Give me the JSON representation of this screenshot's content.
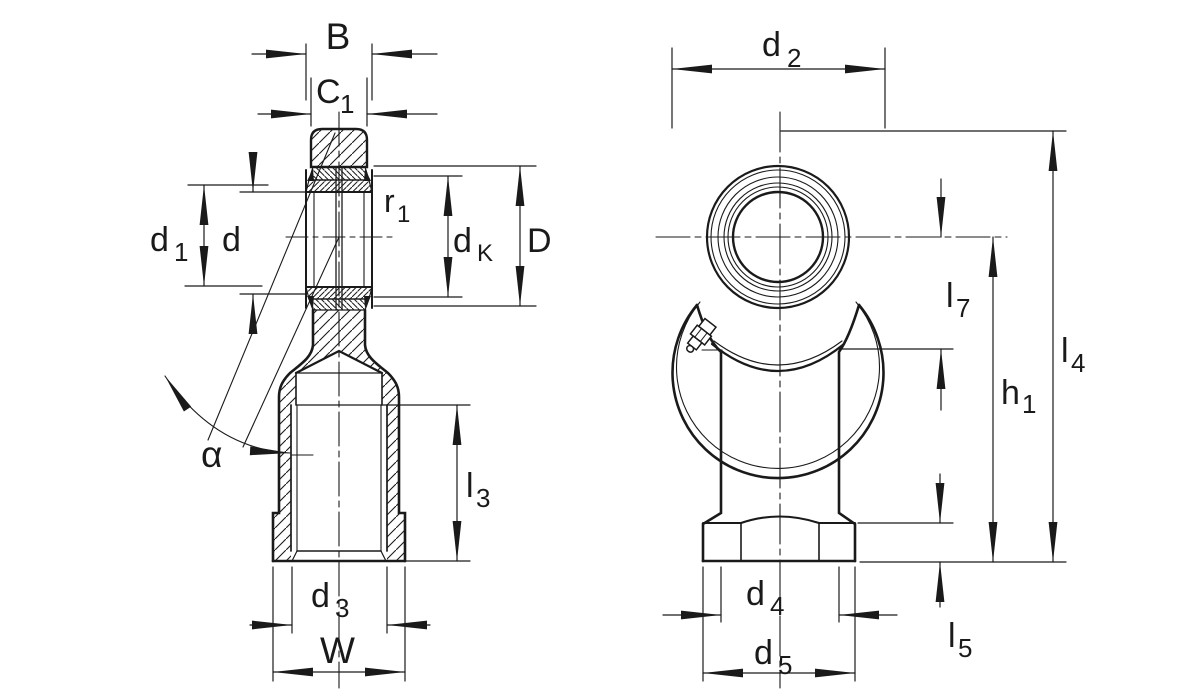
{
  "drawing": {
    "background": "#ffffff",
    "stroke_color": "#1a1a1a",
    "subject": "rod-end-bearing-dimension-drawing",
    "views": [
      {
        "id": "side-section-view",
        "labels": [
          "B",
          "C1",
          "d1",
          "d",
          "r1",
          "dK",
          "D",
          "alpha",
          "l3",
          "d3",
          "W"
        ]
      },
      {
        "id": "front-view",
        "labels": [
          "d2",
          "l7",
          "h1",
          "l4",
          "l5",
          "d4",
          "d5"
        ]
      }
    ],
    "dims": {
      "B": {
        "base": "B",
        "sub": ""
      },
      "C1": {
        "base": "C",
        "sub": "1"
      },
      "d1": {
        "base": "d",
        "sub": "1"
      },
      "d": {
        "base": "d",
        "sub": ""
      },
      "r1": {
        "base": "r",
        "sub": "1"
      },
      "dK": {
        "base": "d",
        "sub": "K"
      },
      "D": {
        "base": "D",
        "sub": ""
      },
      "alpha": {
        "base": "α",
        "sub": ""
      },
      "l3": {
        "base": "l",
        "sub": "3"
      },
      "d3": {
        "base": "d",
        "sub": "3"
      },
      "W": {
        "base": "W",
        "sub": ""
      },
      "d2": {
        "base": "d",
        "sub": "2"
      },
      "l7": {
        "base": "l",
        "sub": "7"
      },
      "h1": {
        "base": "h",
        "sub": "1"
      },
      "l4": {
        "base": "l",
        "sub": "4"
      },
      "l5": {
        "base": "l",
        "sub": "5"
      },
      "d4": {
        "base": "d",
        "sub": "4"
      },
      "d5": {
        "base": "d",
        "sub": "5"
      }
    }
  }
}
